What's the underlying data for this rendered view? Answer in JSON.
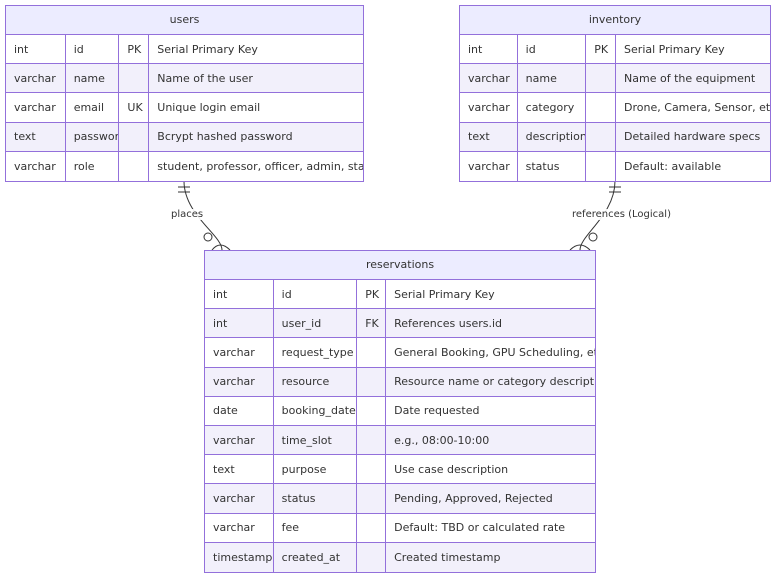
{
  "entities": {
    "users": {
      "title": "users",
      "rows": [
        [
          "int",
          "id",
          "PK",
          "Serial Primary Key"
        ],
        [
          "varchar",
          "name",
          "",
          "Name of the user"
        ],
        [
          "varchar",
          "email",
          "UK",
          "Unique login email"
        ],
        [
          "text",
          "password",
          "",
          "Bcrypt hashed password"
        ],
        [
          "varchar",
          "role",
          "",
          "student, professor, officer, admin, staff"
        ]
      ]
    },
    "inventory": {
      "title": "inventory",
      "rows": [
        [
          "int",
          "id",
          "PK",
          "Serial Primary Key"
        ],
        [
          "varchar",
          "name",
          "",
          "Name of the equipment"
        ],
        [
          "varchar",
          "category",
          "",
          "Drone, Camera, Sensor, etc."
        ],
        [
          "text",
          "description",
          "",
          "Detailed hardware specs"
        ],
        [
          "varchar",
          "status",
          "",
          "Default: available"
        ]
      ]
    },
    "reservations": {
      "title": "reservations",
      "rows": [
        [
          "int",
          "id",
          "PK",
          "Serial Primary Key"
        ],
        [
          "int",
          "user_id",
          "FK",
          "References users.id"
        ],
        [
          "varchar",
          "request_type",
          "",
          "General Booking, GPU Scheduling, etc."
        ],
        [
          "varchar",
          "resource",
          "",
          "Resource name or category description"
        ],
        [
          "date",
          "booking_date",
          "",
          "Date requested"
        ],
        [
          "varchar",
          "time_slot",
          "",
          "e.g., 08:00-10:00"
        ],
        [
          "text",
          "purpose",
          "",
          "Use case description"
        ],
        [
          "varchar",
          "status",
          "",
          "Pending, Approved, Rejected"
        ],
        [
          "varchar",
          "fee",
          "",
          "Default: TBD or calculated rate"
        ],
        [
          "timestamp",
          "created_at",
          "",
          "Created timestamp"
        ]
      ]
    }
  },
  "relationships": {
    "users_reservations": "places",
    "inventory_reservations": "references (Logical)"
  },
  "colors": {
    "border": "#9370DB",
    "header_bg": "#ECECFF",
    "alt_row_bg": "#f2f0fb",
    "line": "#333333"
  }
}
